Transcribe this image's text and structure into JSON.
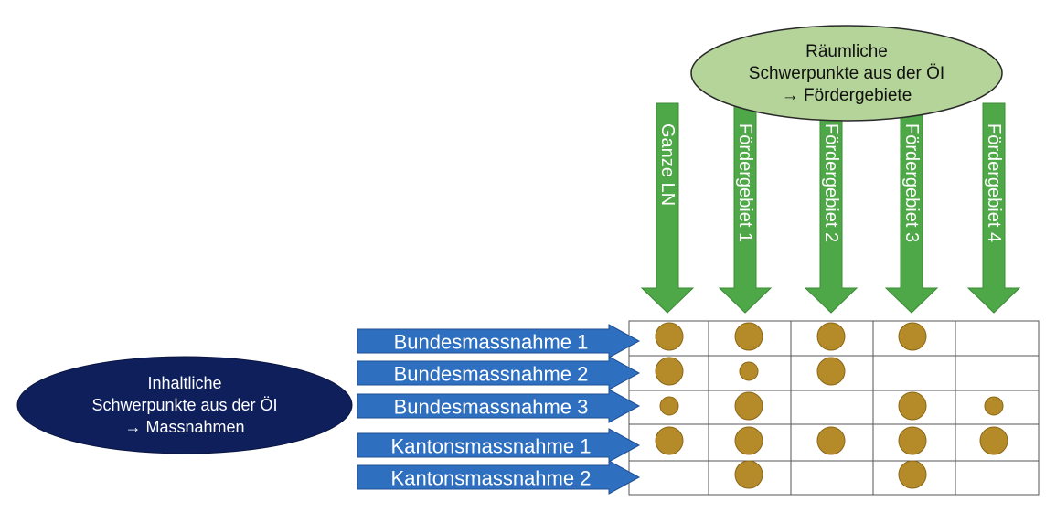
{
  "colors": {
    "green_arrow": "#4ea847",
    "green_arrow_stroke": "#3c8a36",
    "green_ellipse": "#b5d49a",
    "navy_ellipse": "#0e1f5c",
    "blue_arrow": "#2e6fc0",
    "blue_arrow_stroke": "#1f4f93",
    "dot_fill": "#b58b2a",
    "dot_stroke": "#8a6618",
    "grid_line": "#555555"
  },
  "top_ellipse": {
    "lines": [
      "Räumliche",
      "Schwerpunkte aus der ÖI",
      "→ Fördergebiete"
    ]
  },
  "left_ellipse": {
    "lines": [
      "Inhaltliche",
      "Schwerpunkte aus der ÖI",
      "→ Massnahmen"
    ]
  },
  "columns": [
    "Ganze LN",
    "Fördergebiet 1",
    "Fördergebiet 2",
    "Fördergebiet 3",
    "Fördergebiet 4"
  ],
  "rows": [
    "Bundesmassnahme 1",
    "Bundesmassnahme 2",
    "Bundesmassnahme 3",
    "Kantonsmassnahme 1",
    "Kantonsmassnahme 2"
  ],
  "matrix": [
    [
      "large",
      "large",
      "large",
      "large",
      ""
    ],
    [
      "large",
      "small",
      "large",
      "",
      ""
    ],
    [
      "small",
      "large",
      "",
      "large",
      "small"
    ],
    [
      "large",
      "large",
      "large",
      "large",
      "large"
    ],
    [
      "",
      "large",
      "",
      "large",
      ""
    ]
  ]
}
